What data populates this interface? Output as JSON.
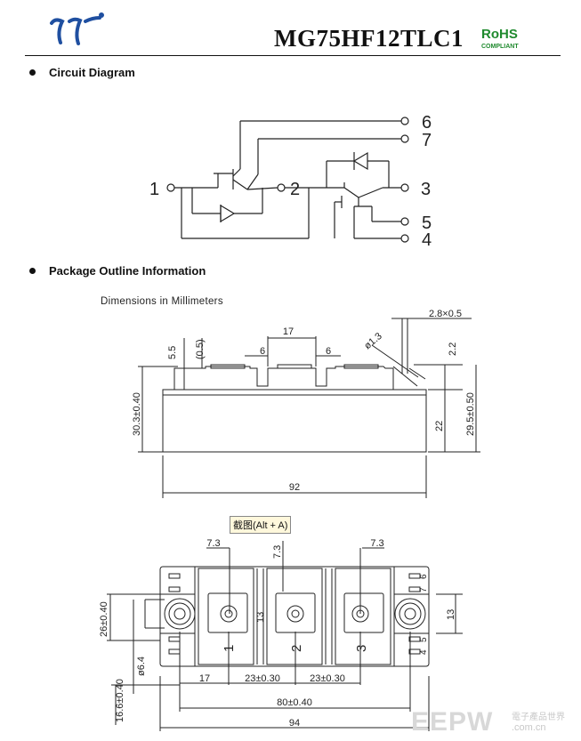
{
  "header": {
    "part_number": "MG75HF12TLC1",
    "rohs": "RoHS",
    "compliant": "COMPLIANT"
  },
  "sections": {
    "circuit": "Circuit Diagram",
    "package": "Package Outline Information"
  },
  "circuit": {
    "pins": [
      "1",
      "2",
      "3",
      "4",
      "5",
      "6",
      "7"
    ]
  },
  "package": {
    "dimensions_note": "Dimensions in Millimeters",
    "side_view": {
      "width_92": "92",
      "d17": "17",
      "d6a": "6",
      "d6b": "6",
      "d5_5": "5.5",
      "d0_5": "(0.5)",
      "hole": "ø1.3",
      "lead": "2.8×0.5",
      "d2_2": "2.2",
      "h30": "30.3±0.40",
      "h22": "22",
      "h29": "29.5±0.50"
    },
    "top_view": {
      "d7_3a": "7.3",
      "d7_3b": "7.3",
      "d7_3c": "7.3",
      "d13a": "13",
      "d13b": "13",
      "d26": "26±0.40",
      "d6_4": "ø6.4",
      "d16_6": "16.6±0.40",
      "d17": "17",
      "d23a": "23±0.30",
      "d23b": "23±0.30",
      "d80": "80±0.40",
      "d94": "94",
      "t1": "1",
      "t2": "2",
      "t3": "3",
      "p4": "4",
      "p5": "5",
      "p6": "6",
      "p7": "7"
    }
  },
  "tooltip": "截图(Alt + A)",
  "watermark": {
    "brand": "EEPW",
    "cn": "電子產品世界",
    "site": ".com.cn"
  }
}
